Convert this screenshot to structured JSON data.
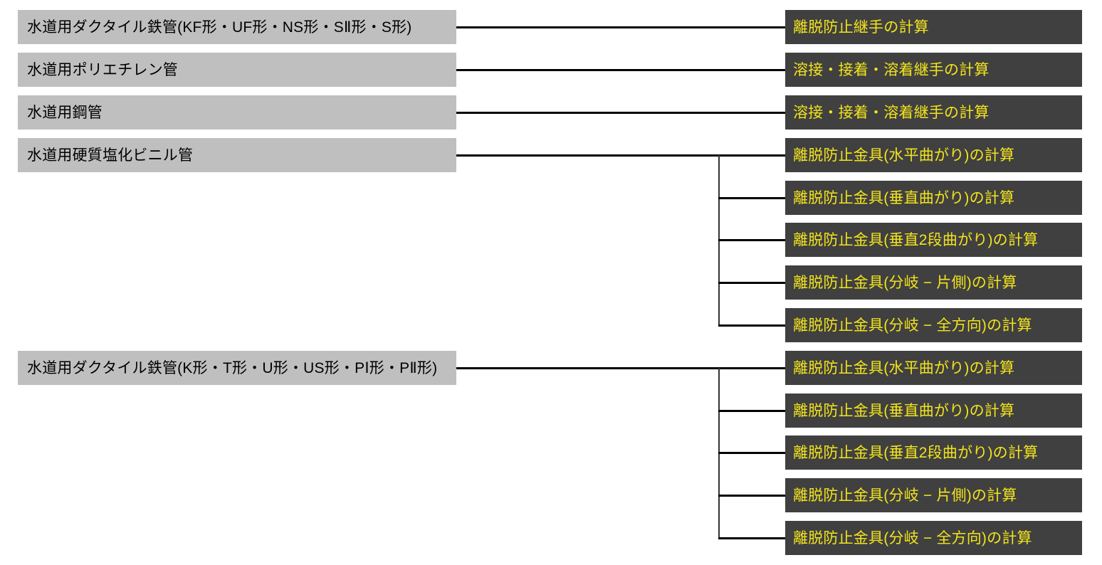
{
  "diagram": {
    "description": "Mapping of water pipe types to joint/fitting calculation functions",
    "groups": [
      {
        "source": "水道用ダクタイル鉄管(KF形・UF形・NS形・SⅡ形・S形)",
        "targets": [
          "離脱防止継手の計算"
        ]
      },
      {
        "source": "水道用ポリエチレン管",
        "targets": [
          "溶接・接着・溶着継手の計算"
        ]
      },
      {
        "source": "水道用鋼管",
        "targets": [
          "溶接・接着・溶着継手の計算"
        ]
      },
      {
        "source": "水道用硬質塩化ビニル管",
        "targets": [
          "離脱防止金具(水平曲がり)の計算",
          "離脱防止金具(垂直曲がり)の計算",
          "離脱防止金具(垂直2段曲がり)の計算",
          "離脱防止金具(分岐 − 片側)の計算",
          "離脱防止金具(分岐 − 全方向)の計算"
        ]
      },
      {
        "source": "水道用ダクタイル鉄管(K形・T形・U形・US形・PⅠ形・PⅡ形)",
        "targets": [
          "離脱防止金具(水平曲がり)の計算",
          "離脱防止金具(垂直曲がり)の計算",
          "離脱防止金具(垂直2段曲がり)の計算",
          "離脱防止金具(分岐 − 片側)の計算",
          "離脱防止金具(分岐 − 全方向)の計算"
        ]
      }
    ],
    "colors": {
      "source_box_fill": "#BFBFBF",
      "source_box_text": "#000000",
      "target_box_fill": "#404040",
      "target_box_text": "#F2E41C",
      "connector_line": "#000000",
      "background": "#FFFFFF"
    }
  }
}
